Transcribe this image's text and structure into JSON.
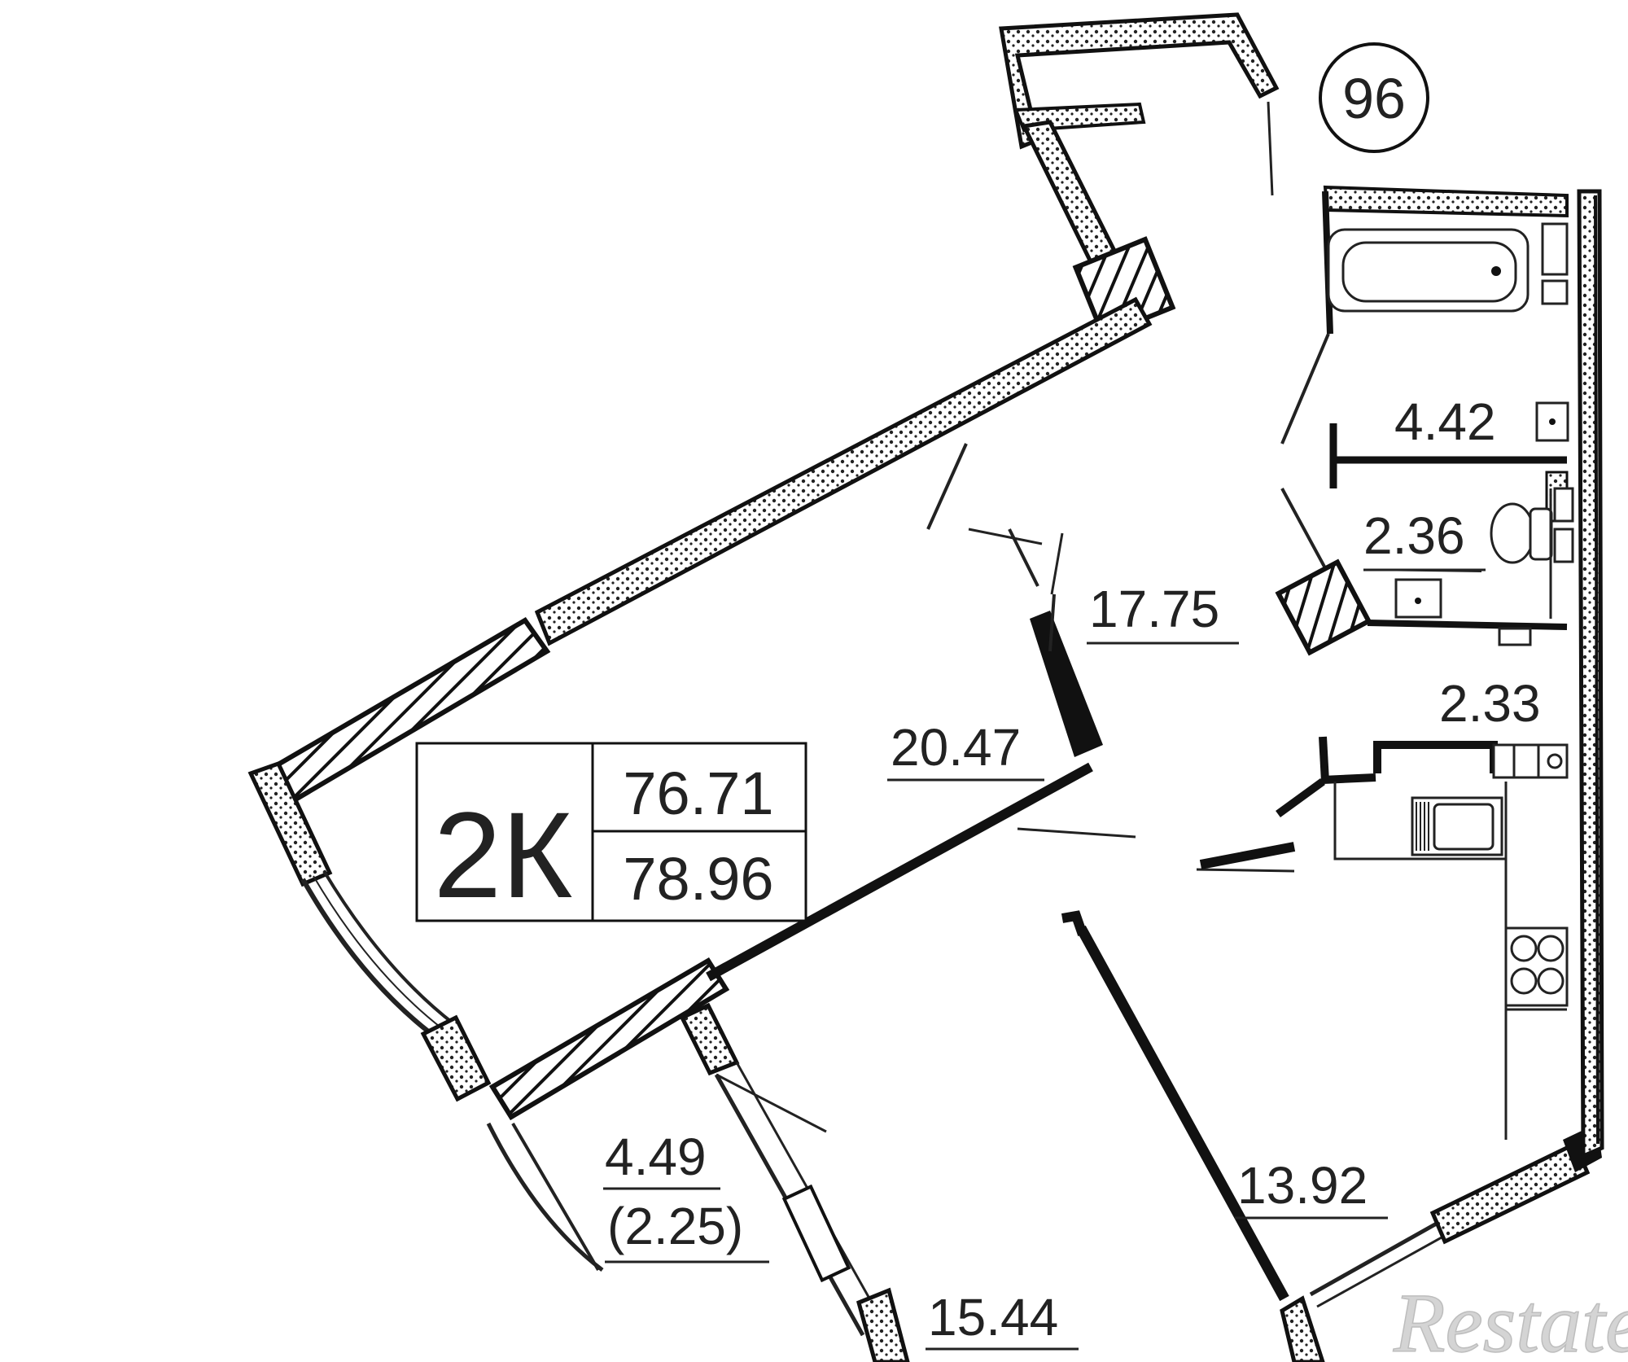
{
  "apartment": {
    "type_label": "2К",
    "living_area": "76.71",
    "total_area": "78.96"
  },
  "unit_number": "96",
  "rooms": [
    {
      "id": "bathroom",
      "area": "4.42"
    },
    {
      "id": "toilet",
      "area": "2.36"
    },
    {
      "id": "closet",
      "area": "2.33"
    },
    {
      "id": "hallway",
      "area": "17.75"
    },
    {
      "id": "living-room",
      "area": "20.47"
    },
    {
      "id": "kitchen",
      "area": "13.92"
    },
    {
      "id": "bedroom",
      "area": "15.44"
    },
    {
      "id": "balcony",
      "area": "4.49",
      "reduced_area": "(2.25)"
    }
  ],
  "watermark": "Restate",
  "colors": {
    "ink": "#111111",
    "background": "#ffffff",
    "watermark": "#d8d8d8"
  }
}
